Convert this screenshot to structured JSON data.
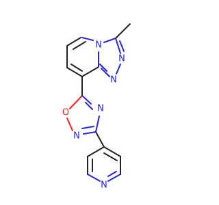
{
  "molecule": {
    "atoms": {
      "n_bridge": "N",
      "n_triazole_top": "N",
      "n_triazole_bottom": "N",
      "o_oxadiazole": "O",
      "n_oxadiazole_right": "N",
      "n_oxadiazole_bottom": "N",
      "n_pyridine": "N"
    },
    "colors": {
      "carbon_bond": "#222222",
      "nitrogen": "#2424d8",
      "oxygen": "#ff1f1f"
    }
  }
}
